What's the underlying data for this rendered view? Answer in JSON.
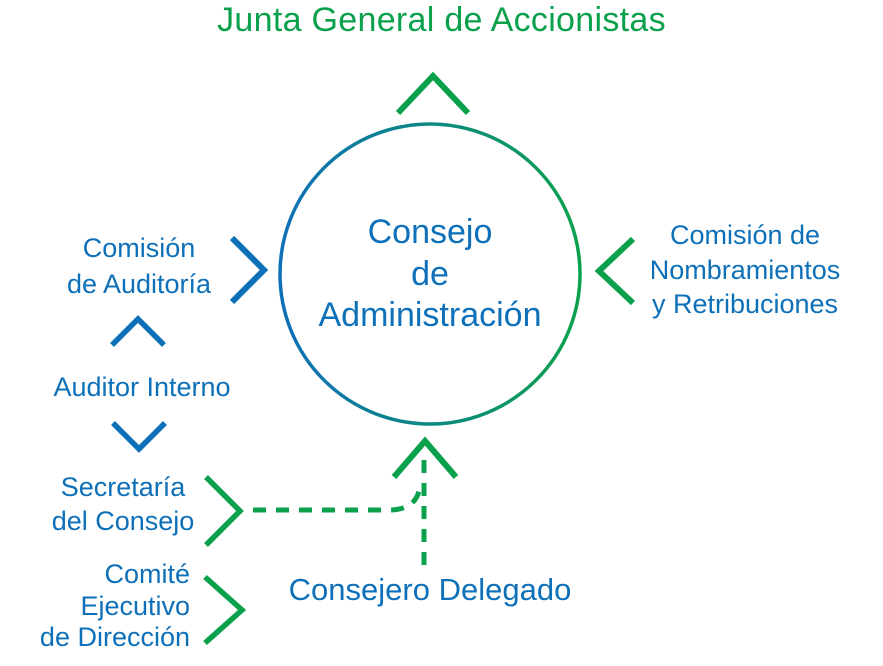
{
  "colors": {
    "blue": "#0e70b8",
    "green": "#0ba14c",
    "background": "#ffffff"
  },
  "title": "Junta General de Accionistas",
  "board": {
    "line1": "Consejo",
    "line2": "de",
    "line3": "Administración"
  },
  "audit_committee": {
    "line1": "Comisión",
    "line2": "de Auditoría"
  },
  "internal_auditor": {
    "label": "Auditor Interno"
  },
  "board_secretary": {
    "line1": "Secretaría",
    "line2": "del Consejo"
  },
  "executive_committee": {
    "line1": "Comité",
    "line2": "Ejecutivo",
    "line3": "de Dirección"
  },
  "nominations_committee": {
    "line1": "Comisión de",
    "line2": "Nombramientos",
    "line3": "y Retribuciones"
  },
  "ceo": {
    "label": "Consejero Delegado"
  }
}
